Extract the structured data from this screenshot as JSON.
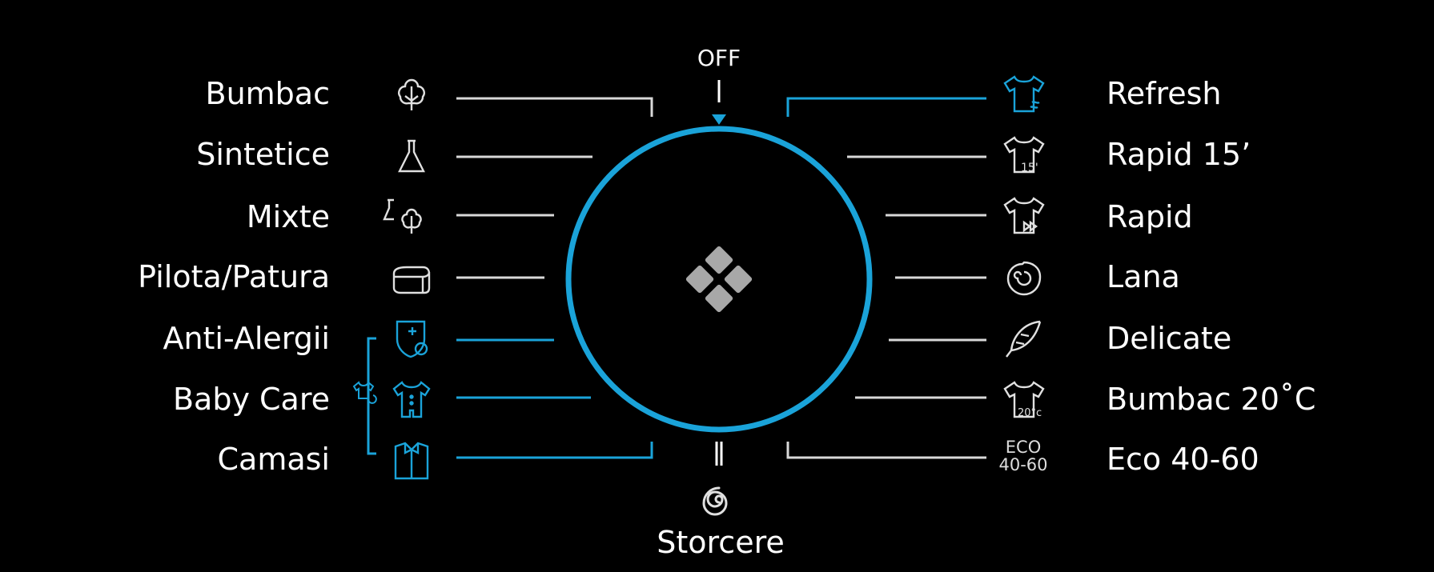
{
  "dial": {
    "off_label": "OFF",
    "spin_label": "Storcere",
    "accent_color": "#1aa3d9",
    "selected": "Refresh"
  },
  "left_programs": [
    {
      "label": "Bumbac",
      "icon": "cotton-icon",
      "highlight": false
    },
    {
      "label": "Sintetice",
      "icon": "flask-icon",
      "highlight": false
    },
    {
      "label": "Mixte",
      "icon": "mixed-icon",
      "highlight": false
    },
    {
      "label": "Pilota/Patura",
      "icon": "duvet-icon",
      "highlight": false
    },
    {
      "label": "Anti-Alergii",
      "icon": "anti-allergy-icon",
      "highlight": true
    },
    {
      "label": "Baby Care",
      "icon": "baby-onesie-icon",
      "highlight": true
    },
    {
      "label": "Camasi",
      "icon": "shirt-icon",
      "highlight": true
    }
  ],
  "right_programs": [
    {
      "label": "Refresh",
      "icon": "refresh-tshirt-icon",
      "highlight": true
    },
    {
      "label": "Rapid 15’",
      "icon": "tshirt-15-icon",
      "icon_text": "15'",
      "highlight": false
    },
    {
      "label": "Rapid",
      "icon": "tshirt-fast-icon",
      "highlight": false
    },
    {
      "label": "Lana",
      "icon": "wool-icon",
      "highlight": false
    },
    {
      "label": "Delicate",
      "icon": "feather-icon",
      "highlight": false
    },
    {
      "label": "Bumbac 20˚C",
      "icon": "tshirt-20c-icon",
      "icon_text": "20°c",
      "highlight": false
    },
    {
      "label": "Eco 40-60",
      "icon": "eco-icon",
      "icon_text": [
        "ECO",
        "40-60"
      ],
      "highlight": false
    }
  ]
}
